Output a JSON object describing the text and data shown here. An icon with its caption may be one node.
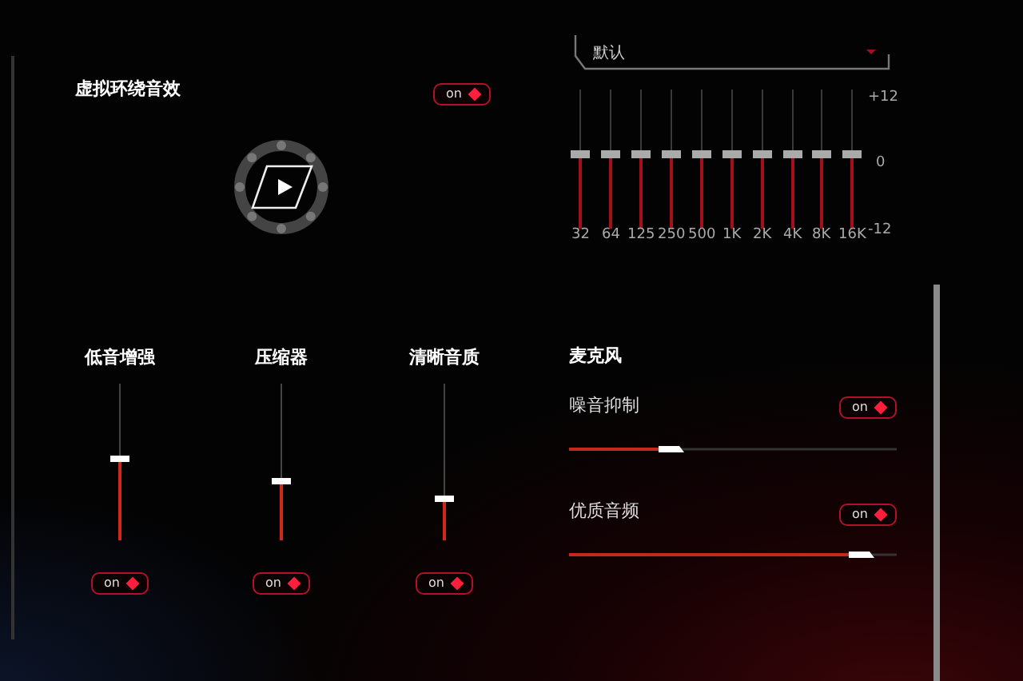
{
  "diagram": {
    "labels": [
      "虚拟环绕音效",
      "on",
      "默认",
      "+12",
      "0",
      "-12",
      "32",
      "64",
      "125",
      "250",
      "500",
      "1K",
      "2K",
      "4K",
      "8K",
      "16K",
      "低音增强",
      "压缩器",
      "清晰音质",
      "麦克风",
      "噪音抑制",
      "on",
      "优质音频",
      "on",
      "on",
      "on",
      "on"
    ]
  }
}
